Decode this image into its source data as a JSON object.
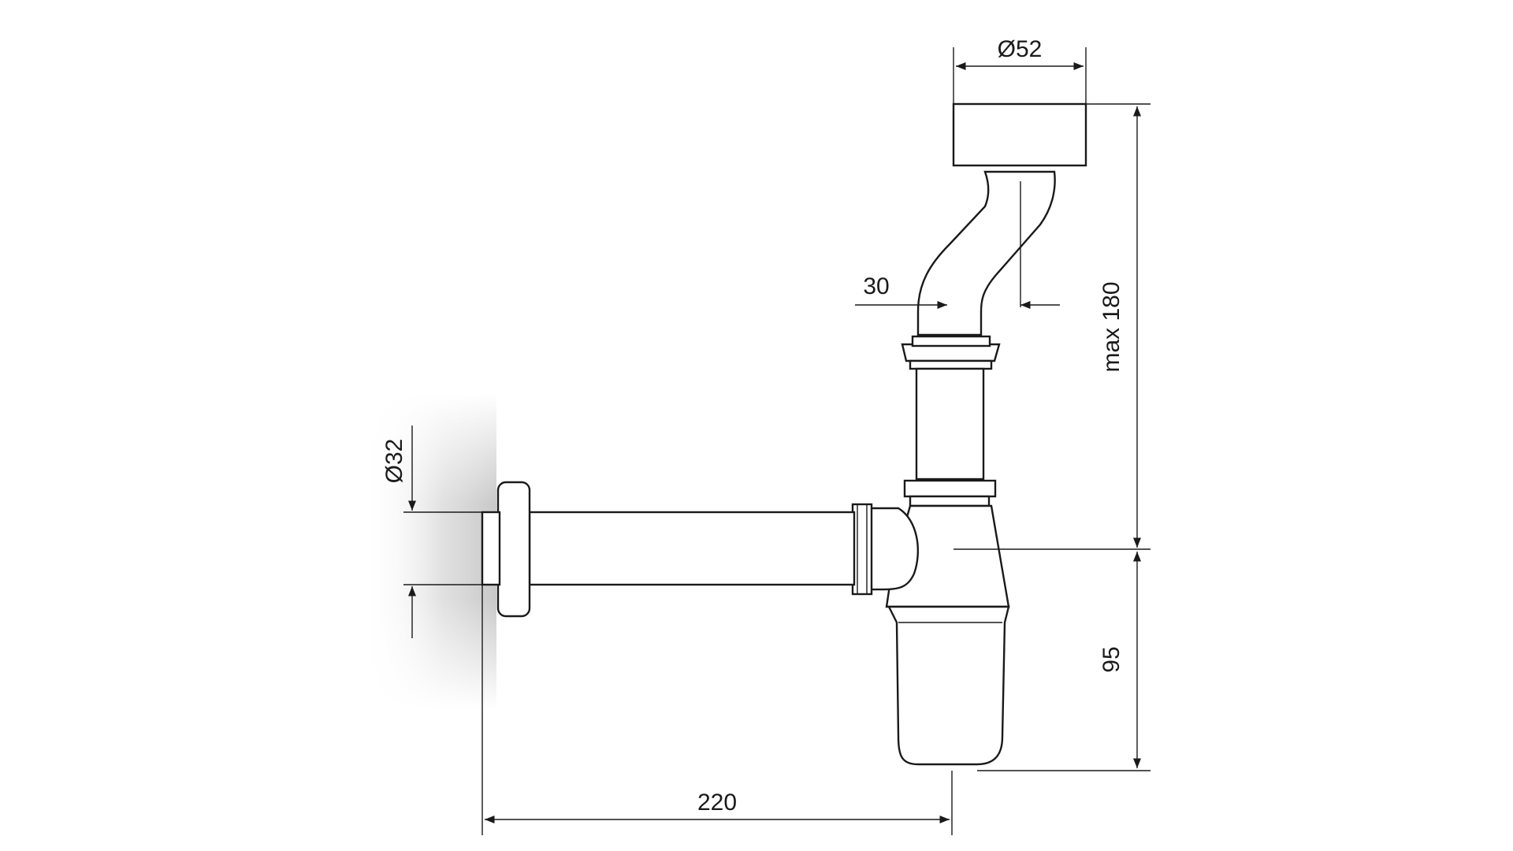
{
  "dimensions": {
    "inlet_diameter": "Ø52",
    "outlet_diameter": "Ø32",
    "offset": "30",
    "height_max": "max 180",
    "trap_depth": "95",
    "wall_distance": "220"
  }
}
